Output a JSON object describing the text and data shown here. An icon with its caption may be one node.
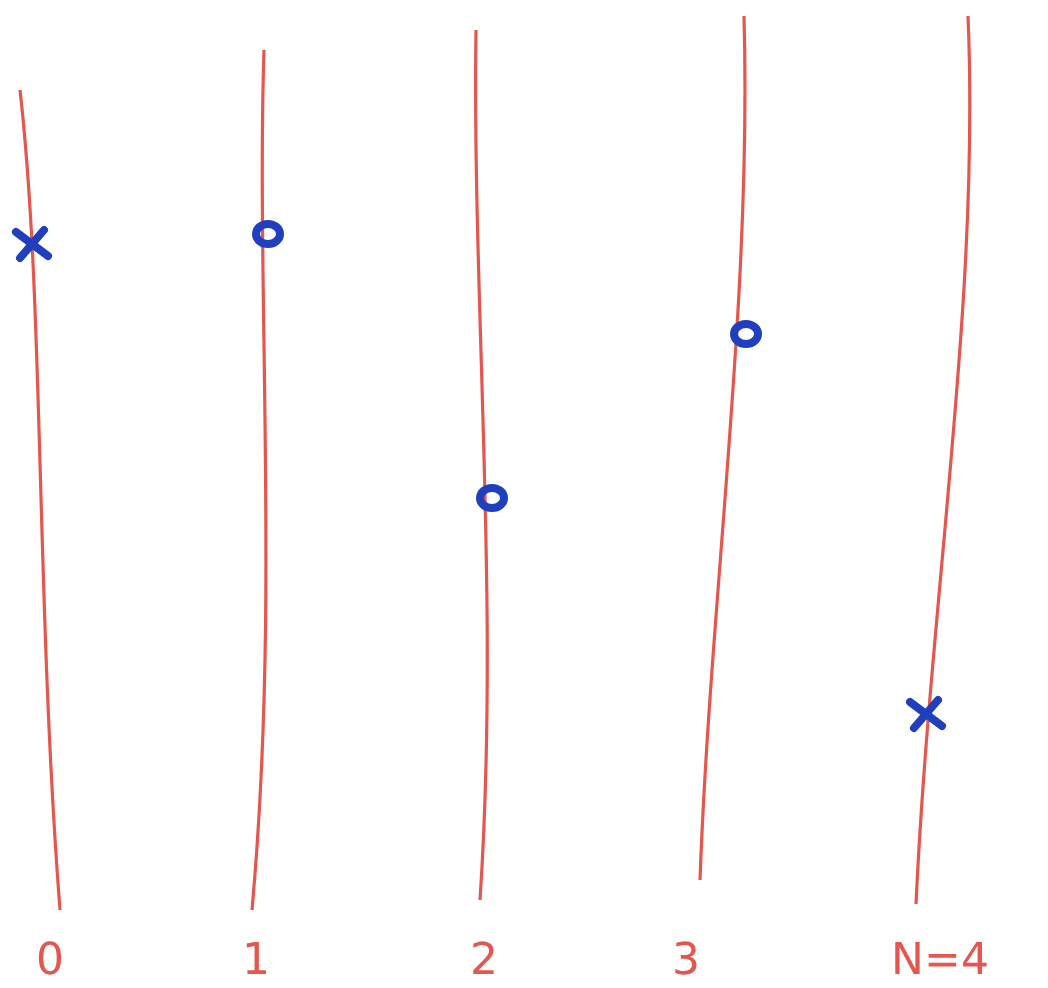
{
  "diagram": {
    "labels": [
      "0",
      "1",
      "2",
      "3",
      "N=4"
    ]
  }
}
